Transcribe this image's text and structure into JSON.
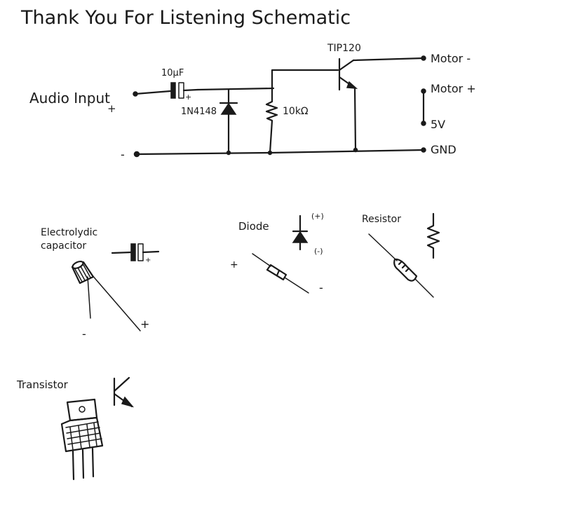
{
  "title": "Thank You For Listening Schematic",
  "ink_color": "#1a1a1a",
  "paper_color": "#ffffff",
  "schematic": {
    "audio_input_label": "Audio Input",
    "audio_input_plus": "+",
    "ground_minus": "-",
    "capacitor_value": "10μF",
    "capacitor_plus": "+",
    "diode_part": "1N4148",
    "resistor_value": "10kΩ",
    "transistor_part": "TIP120",
    "motor_minus": "Motor -",
    "motor_plus": "Motor +",
    "five_volt": "5V",
    "ground": "GND"
  },
  "legend": {
    "capacitor": {
      "title_line1": "Electrolydic",
      "title_line2": "capacitor",
      "plus_mark": "+",
      "lead_minus": "-",
      "lead_plus": "+"
    },
    "diode": {
      "title": "Diode",
      "anode_mark": "(+)",
      "cathode_mark": "(-)",
      "lead_plus": "+",
      "lead_minus": "-"
    },
    "resistor": {
      "title": "Resistor"
    },
    "transistor": {
      "title": "Transistor"
    }
  }
}
